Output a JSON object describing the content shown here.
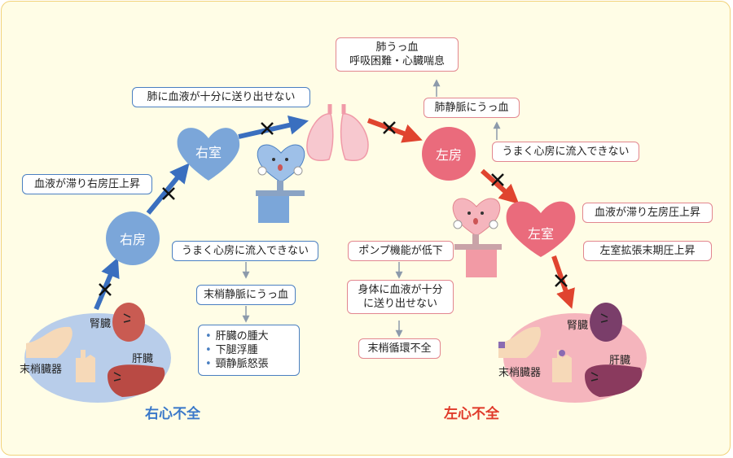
{
  "labels": {
    "right_atrium": "右房",
    "right_ventricle": "右室",
    "left_atrium": "左房",
    "left_ventricle": "左室",
    "kidney_left": "腎臓",
    "liver_left": "肝臓",
    "peripheral_left": "末梢臓器",
    "kidney_right": "腎臓",
    "liver_right": "肝臓",
    "peripheral_right": "末梢臓器"
  },
  "boxes": {
    "lung_not_sent": "肺に血液が十分に送り出せない",
    "blood_stagnate_ra": "血液が滞り右房圧上昇",
    "ra_cannot_inflow": "うまく心房に流入できない",
    "peripheral_vein_congestion": "末梢静脈にうっ血",
    "pulmonary_congestion_title": "肺うっ血",
    "pulmonary_congestion_sub": "呼吸困難・心臓喘息",
    "pulmonary_vein_congestion": "肺静脈にうっ血",
    "la_cannot_inflow": "うまく心房に流入できない",
    "blood_stagnate_la": "血液が滞り左房圧上昇",
    "lv_end_diastolic": "左室拡張末期圧上昇",
    "pump_decline": "ポンプ機能が低下",
    "body_not_sent": "身体に血液が十分\nに送り出せない",
    "peripheral_failure": "末梢循環不全"
  },
  "symptoms": [
    "肝臓の腫大",
    "下腿浮腫",
    "頸静脈怒張"
  ],
  "titles": {
    "right_failure": "右心不全",
    "left_failure": "左心不全"
  },
  "colors": {
    "blue_node": "#7ba6d9",
    "blue_arrow": "#3a6fbf",
    "pink_node": "#ea6b7c",
    "red_arrow": "#e0442f",
    "blue_title": "#3a78c9",
    "red_title": "#e03a2a"
  }
}
